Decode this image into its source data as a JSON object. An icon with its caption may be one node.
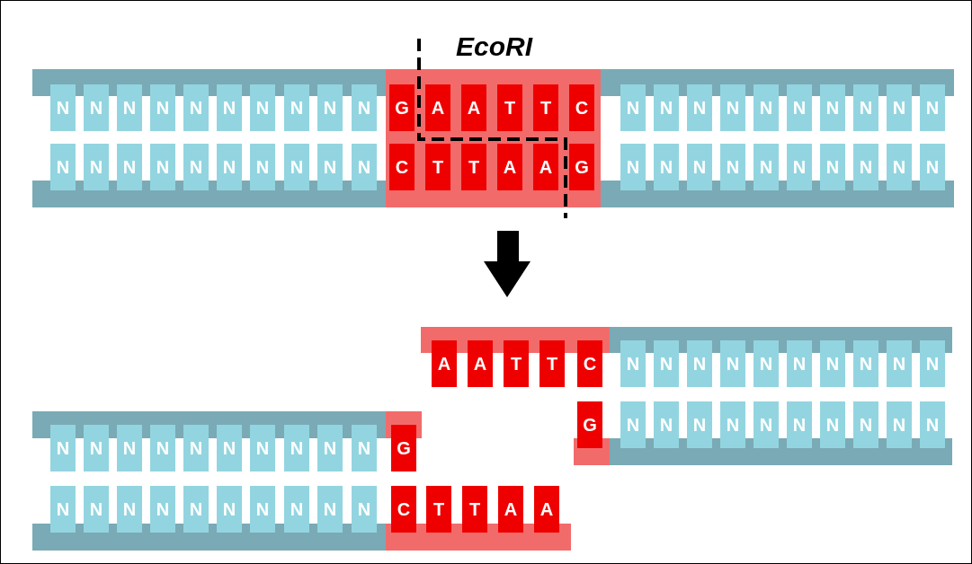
{
  "diagram": {
    "nodes": [
      {
        "text": [
          "N"
        ]
      },
      {
        "text": [
          "N"
        ]
      },
      {
        "text": [
          "N"
        ]
      },
      {
        "text": [
          "N"
        ]
      },
      {
        "text": [
          "N"
        ]
      },
      {
        "text": [
          "N"
        ]
      },
      {
        "text": [
          "N"
        ]
      },
      {
        "text": [
          "N"
        ]
      },
      {
        "text": [
          "N"
        ]
      },
      {
        "text": [
          "N"
        ]
      },
      {
        "text": [
          "G"
        ]
      },
      {
        "text": [
          "A"
        ]
      },
      {
        "text": [
          "A"
        ]
      },
      {
        "text": [
          "T"
        ]
      },
      {
        "text": [
          "T"
        ]
      },
      {
        "text": [
          "C"
        ]
      },
      {
        "text": [
          "N"
        ]
      },
      {
        "text": [
          "N"
        ]
      },
      {
        "text": [
          "N"
        ]
      },
      {
        "text": [
          "N"
        ]
      },
      {
        "text": [
          "N"
        ]
      },
      {
        "text": [
          "N"
        ]
      },
      {
        "text": [
          "N"
        ]
      },
      {
        "text": [
          "N"
        ]
      },
      {
        "text": [
          "N"
        ]
      },
      {
        "text": [
          "N"
        ]
      },
      {
        "text": [
          "N"
        ]
      },
      {
        "text": [
          "N"
        ]
      },
      {
        "text": [
          "N"
        ]
      },
      {
        "text": [
          "N"
        ]
      },
      {
        "text": [
          "N"
        ]
      },
      {
        "text": [
          "N"
        ]
      },
      {
        "text": [
          "N"
        ]
      },
      {
        "text": [
          "N"
        ]
      },
      {
        "text": [
          "N"
        ]
      },
      {
        "text": [
          "N"
        ]
      },
      {
        "text": [
          "C"
        ]
      },
      {
        "text": [
          "T"
        ]
      },
      {
        "text": [
          "T"
        ]
      },
      {
        "text": [
          "A"
        ]
      },
      {
        "text": [
          "A"
        ]
      },
      {
        "text": [
          "G"
        ]
      },
      {
        "text": [
          "N"
        ]
      },
      {
        "text": [
          "N"
        ]
      },
      {
        "text": [
          "N"
        ]
      },
      {
        "text": [
          "N"
        ]
      },
      {
        "text": [
          "N"
        ]
      },
      {
        "text": [
          "N"
        ]
      },
      {
        "text": [
          "N"
        ]
      },
      {
        "text": [
          "N"
        ]
      },
      {
        "text": [
          "N"
        ]
      },
      {
        "text": [
          "N"
        ]
      },
      {
        "text": [
          "A"
        ]
      },
      {
        "text": [
          "A"
        ]
      },
      {
        "text": [
          "T"
        ]
      },
      {
        "text": [
          "T"
        ]
      },
      {
        "text": [
          "C"
        ]
      },
      {
        "text": [
          "N"
        ]
      },
      {
        "text": [
          "N"
        ]
      },
      {
        "text": [
          "N"
        ]
      },
      {
        "text": [
          "N"
        ]
      },
      {
        "text": [
          "N"
        ]
      },
      {
        "text": [
          "N"
        ]
      },
      {
        "text": [
          "N"
        ]
      },
      {
        "text": [
          "N"
        ]
      },
      {
        "text": [
          "N"
        ]
      },
      {
        "text": [
          "N"
        ]
      },
      {
        "text": [
          "G"
        ]
      },
      {
        "text": [
          "N"
        ]
      },
      {
        "text": [
          "N"
        ]
      },
      {
        "text": [
          "N"
        ]
      },
      {
        "text": [
          "N"
        ]
      },
      {
        "text": [
          "N"
        ]
      },
      {
        "text": [
          "N"
        ]
      },
      {
        "text": [
          "N"
        ]
      },
      {
        "text": [
          "N"
        ]
      },
      {
        "text": [
          "N"
        ]
      },
      {
        "text": [
          "N"
        ]
      },
      {
        "text": [
          "N"
        ]
      },
      {
        "text": [
          "N"
        ]
      },
      {
        "text": [
          "N"
        ]
      },
      {
        "text": [
          "N"
        ]
      },
      {
        "text": [
          "N"
        ]
      },
      {
        "text": [
          "N"
        ]
      },
      {
        "text": [
          "N"
        ]
      },
      {
        "text": [
          "N"
        ]
      },
      {
        "text": [
          "N"
        ]
      },
      {
        "text": [
          "N"
        ]
      },
      {
        "text": [
          "G"
        ]
      },
      {
        "text": [
          "N"
        ]
      },
      {
        "text": [
          "N"
        ]
      },
      {
        "text": [
          "N"
        ]
      },
      {
        "text": [
          "N"
        ]
      },
      {
        "text": [
          "N"
        ]
      },
      {
        "text": [
          "N"
        ]
      },
      {
        "text": [
          "N"
        ]
      },
      {
        "text": [
          "N"
        ]
      },
      {
        "text": [
          "N"
        ]
      },
      {
        "text": [
          "N"
        ]
      },
      {
        "text": [
          "C"
        ]
      },
      {
        "text": [
          "T"
        ]
      },
      {
        "text": [
          "T"
        ]
      },
      {
        "text": [
          "A"
        ]
      },
      {
        "text": [
          "A"
        ]
      }
    ],
    "labels": [
      "EcoRI"
    ]
  }
}
